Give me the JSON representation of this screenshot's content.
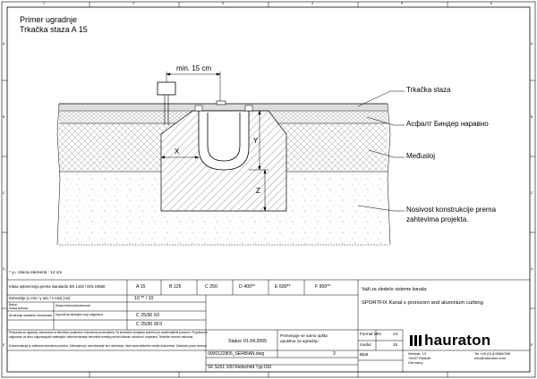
{
  "header": {
    "title_line1": "Primer ugradnje",
    "title_line2": "Trkačka staza A 15"
  },
  "border": {
    "col_numbers": [
      "1",
      "2",
      "3",
      "4",
      "5",
      "6"
    ],
    "row_letters": [
      "A",
      "B",
      "C",
      "D",
      "E"
    ]
  },
  "drawing": {
    "dimension_label": "min. 15 cm",
    "dim_x": "X",
    "dim_y": "Y",
    "dim_z": "Z",
    "layer_labels": [
      "Trkačka staza",
      "Асфалт Биндер наравно",
      "Međusloj",
      "Nosivost konstrukcije prema",
      "zahtevima projekta."
    ],
    "note": "* y= Visina elementi : 14 cm"
  },
  "titleblock": {
    "row1_label": "Klasa opterećenja prema standardu EN 1433 / DIN 19580",
    "load_classes": [
      "A 15",
      "B 125",
      "C 250",
      "D 400**",
      "E 600**",
      "F 900**"
    ],
    "row2_label": "Dimenzije (x min / y min / z min) [cm]",
    "row2_value": "10 ** / 10",
    "row3_label_a": "Beton",
    "row3_label_b": "Klasa betona",
    "row3_desc": "Klasa betona/izloženosti",
    "row3_value": "C 25/30 X0",
    "row4_label": "Armiranje dodatnih elemenata",
    "row4_desc": "Ispuniti armiranjem koji odgovara",
    "row4_value": "C 25/30 XF3",
    "legal_text_1": "Preporuka za ugradnju zasnovana na tehničkim podacima i iskustvima proizvođača. Za konkretne slučajeve potrebno je uraditi statički proračun. Projektant je",
    "legal_text_2": "odgovoran za izbor odgovarajućih materijala i dimenzionisanje betonskih temelja prema lokalnim uslovima i propisima. Tehničke izmene zadržane.",
    "legal_text_3": "Dokumentacija je zaštićena autorskim pravima. Zabranjeno je umnožavanje bez odobrenja. Važe samo aktuelne verzije dokumenta. Zadržano pravo izmena.",
    "valid_for_label": "Važi za sledeće sisteme kanala:",
    "system_line": "SPORTFIX Kanal s prorezom and aluminium curbing",
    "status_label": "Status",
    "status_date": "01.04.2005",
    "approval_text_1": "Primenjuje se samo opšta",
    "approval_text_2": "uputstva za ugradnju",
    "drawing_number": "0000122805_SERBIAN.dwg",
    "page_number": "3",
    "file_ref": "SF Sz51   100 Rietschitd Typ 010",
    "format_label": "Format DIN",
    "format_value": "A4",
    "module_label": "modul",
    "module_value": "15",
    "sheet_label": "Blatt",
    "brand": "hauraton",
    "address_line1": "Werkstr. 13",
    "address_line2": "76437 Rastatt",
    "address_line3": "Germany",
    "phone": "Tel +49 (0) 6/3369/306",
    "email": "info@hauraton.com"
  }
}
